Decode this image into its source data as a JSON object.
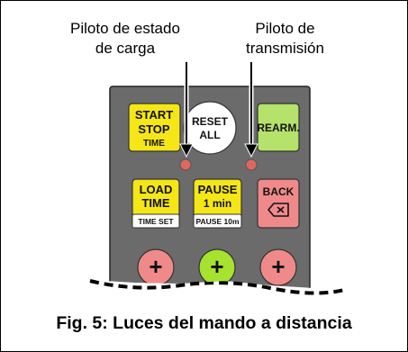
{
  "callouts": {
    "charge": {
      "line1": "Piloto de estado",
      "line2": "de carga"
    },
    "transmission": {
      "line1": "Piloto de",
      "line2": "transmisión"
    }
  },
  "buttons": {
    "start_stop": {
      "line1": "START",
      "line2": "STOP",
      "line3": "TIME"
    },
    "reset_all": {
      "line1": "RESET",
      "line2": "ALL"
    },
    "rearm": {
      "label": "REARM."
    },
    "load_time": {
      "line1": "LOAD",
      "line2": "TIME",
      "sub": "TIME SET"
    },
    "pause": {
      "line1": "PAUSE",
      "line2": "1 min",
      "sub": "PAUSE 10m"
    },
    "back": {
      "label": "BACK"
    },
    "plus_symbol": "+"
  },
  "caption": "Fig. 5: Luces del mando a distancia",
  "colors": {
    "panel": "#6b6b6b",
    "yellow_button": "#f5e617",
    "green_button": "#b5e26a",
    "pink_button": "#f08a8a",
    "plus_green": "#a6e22e",
    "led": "#e0675e",
    "white_button": "#ffffff"
  }
}
